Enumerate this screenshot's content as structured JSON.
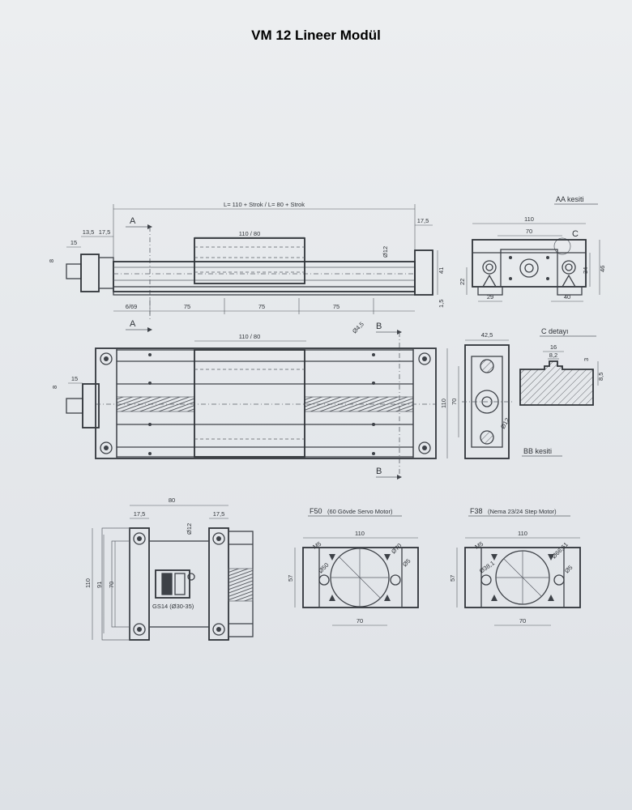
{
  "title": "VM 12 Lineer Modül",
  "views": {
    "side": {
      "overall": "L= 110 + Strok / L= 80 + Strok",
      "carriage": "110 / 80",
      "end_width": "17,5",
      "left_dims": [
        "13,5",
        "17,5"
      ],
      "shaft": "15",
      "shaft_h": "8",
      "rod_dia": "Ø12",
      "height": "41",
      "base": "1,5",
      "spacing": [
        "6/69",
        "75",
        "75",
        "75"
      ],
      "section_a": "A"
    },
    "top": {
      "carriage": "110 / 80",
      "hole": "Ø4,5",
      "section_a": "A",
      "section_b": "B",
      "shaft": "15",
      "shaft_h": "8",
      "height": "110"
    },
    "aa": {
      "label": "AA kesiti",
      "width": "110",
      "inner": "70",
      "detail": "C",
      "left_h": "22",
      "bottom_l": "29",
      "bottom_r": "40",
      "h1": "34",
      "h2": "46"
    },
    "bb": {
      "label": "BB kesiti",
      "width": "42,5",
      "h": "70",
      "dia": "Ø12"
    },
    "c_detail": {
      "label": "C detayı",
      "w1": "16",
      "w2": "8,2",
      "h1": "3",
      "h2": "8,5"
    },
    "end": {
      "width": "80",
      "left": "17,5",
      "right": "17,5",
      "dia": "Ø12",
      "heights": [
        "110",
        "91",
        "70"
      ],
      "coupling": "GS14 (Ø30-35)"
    },
    "f50": {
      "label": "F50",
      "sub": "(60 Gövde Servo Motor)",
      "width": "110",
      "bottom": "70",
      "h": "57",
      "thread": "M5",
      "d1": "Ø70",
      "d2": "Ø50",
      "d3": "Ø5"
    },
    "f38": {
      "label": "F38",
      "sub": "(Nema 23/24 Step Motor)",
      "width": "110",
      "bottom": "70",
      "h": "57",
      "thread": "M5",
      "d1": "Ø66,61",
      "d2": "Ø38,1",
      "d3": "Ø5"
    }
  }
}
